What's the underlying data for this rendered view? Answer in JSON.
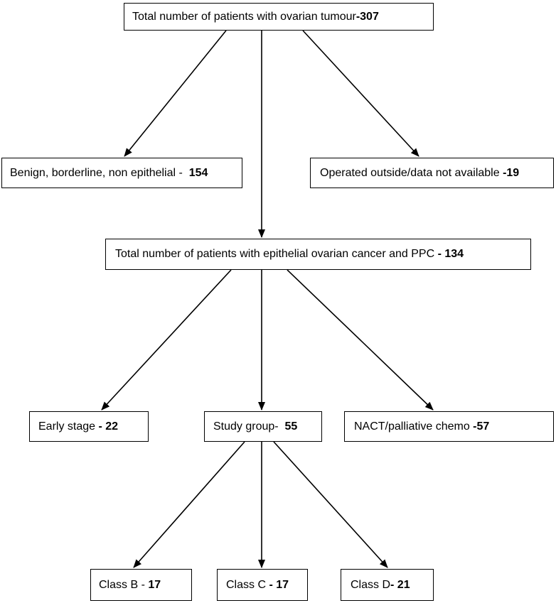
{
  "nodes": {
    "total": {
      "label": "Total number of patients with ovarian tumour",
      "count": "-307"
    },
    "benign": {
      "label": "Benign, borderline, non epithelial -  ",
      "count": "154"
    },
    "outside": {
      "label": "Operated outside/data not available ",
      "count": "-19"
    },
    "epithelial": {
      "label": "Total number of patients with epithelial ovarian cancer and PPC ",
      "count": "- 134"
    },
    "early": {
      "label": "Early stage ",
      "count": "- 22"
    },
    "study": {
      "label": "Study group-  ",
      "count": "55"
    },
    "nact": {
      "label": "NACT/palliative chemo ",
      "count": "-57"
    },
    "class_b": {
      "label": "Class B - ",
      "count": "17"
    },
    "class_c": {
      "label": "Class C ",
      "count": "- 17"
    },
    "class_d": {
      "label": "Class D",
      "count": "- 21"
    }
  },
  "colors": {
    "line": "#000000",
    "box_border": "#000000",
    "background": "#ffffff"
  }
}
